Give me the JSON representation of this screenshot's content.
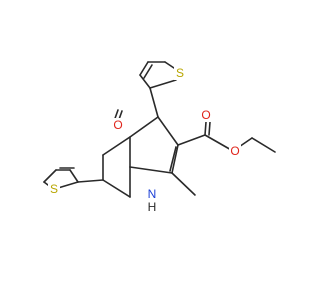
{
  "molecule": {
    "atom_labels": {
      "carbonyl_oxygen": "O",
      "ester_oxygen_double": "O",
      "ester_oxygen_single": "O",
      "nitrogen": "N",
      "nitrogen_hydrogen": "H",
      "thiophene_top_sulfur": "S",
      "thiophene_left_sulfur": "S"
    },
    "colors": {
      "oxygen": "#e0241b",
      "nitrogen": "#1b3fd6",
      "sulfur": "#b8a600",
      "bond": "#2a2a2a"
    }
  }
}
